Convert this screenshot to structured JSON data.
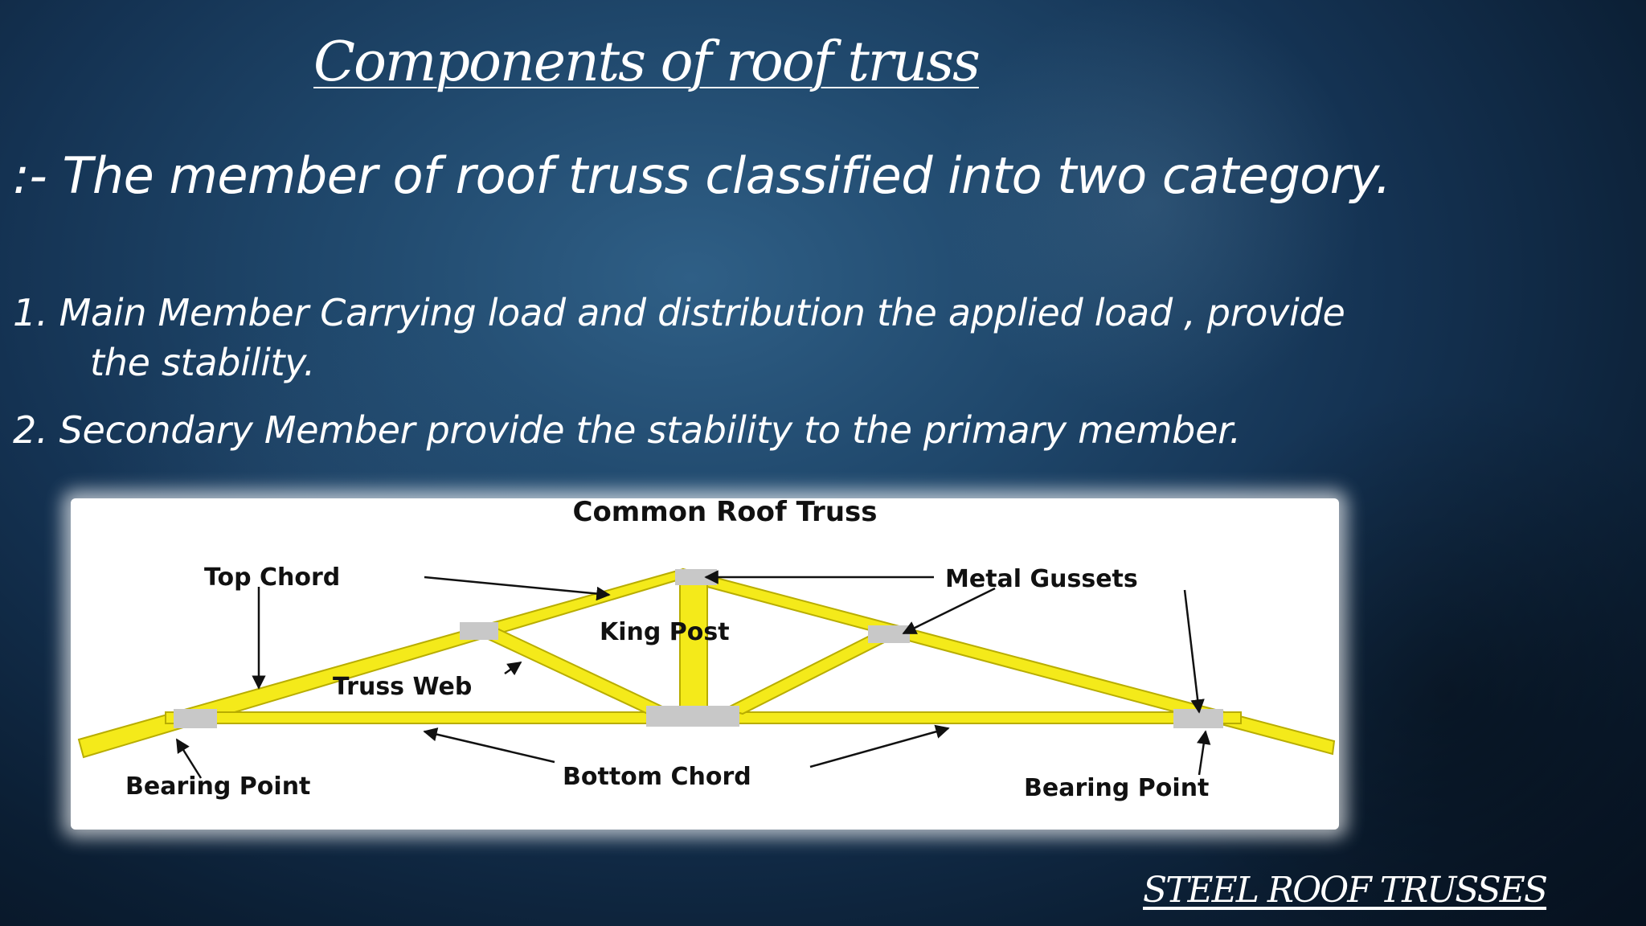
{
  "slide": {
    "title": "Components of roof truss",
    "intro": ":- The member of roof truss classified into two category.",
    "points": [
      {
        "line1": "1. Main Member Carrying load and distribution the applied load , provide",
        "line2": "the stability."
      },
      {
        "line1": "2. Secondary Member provide the stability to the primary member."
      }
    ],
    "footer": "STEEL ROOF TRUSSES"
  },
  "diagram": {
    "title": "Common Roof Truss",
    "labels": {
      "top_chord": "Top Chord",
      "metal_gussets": "Metal Gussets",
      "king_post": "King Post",
      "truss_web": "Truss Web",
      "bearing_point_left": "Bearing Point",
      "bottom_chord": "Bottom Chord",
      "bearing_point_right": "Bearing Point"
    },
    "colors": {
      "member_fill": "#f4ea1a",
      "member_edge": "#b8ad00",
      "gusset": "#c8c8c8",
      "arrow": "#111111"
    }
  }
}
